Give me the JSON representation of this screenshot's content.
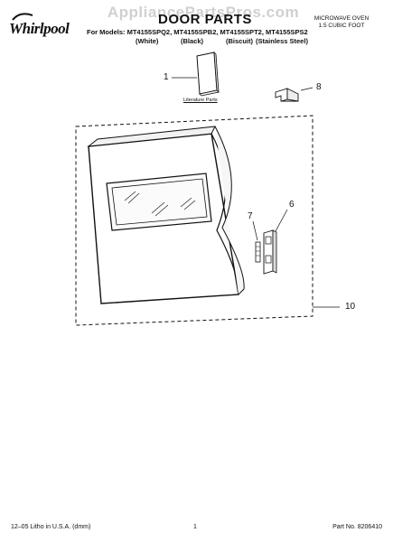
{
  "watermark": "AppliancePartsPros.com",
  "brand": {
    "logo": "Whirlpool"
  },
  "header": {
    "title": "DOOR PARTS",
    "models_line": "For Models: MT4155SPQ2, MT4155SPB2, MT4155SPT2, MT4155SPS2",
    "colors": [
      "(White)",
      "(Black)",
      "(Biscuit)",
      "(Stainless Steel)"
    ],
    "product_line1": "MICROWAVE OVEN",
    "product_line2": "1.5 CUBIC FOOT"
  },
  "callouts": {
    "c1": "1",
    "c6": "6",
    "c7": "7",
    "c8": "8",
    "c10": "10"
  },
  "literature_label": "Literature Parts",
  "footer": {
    "litho": "12–05 Litho in U.S.A. (dmm)",
    "page": "1",
    "part_no": "Part No. 8206410"
  }
}
